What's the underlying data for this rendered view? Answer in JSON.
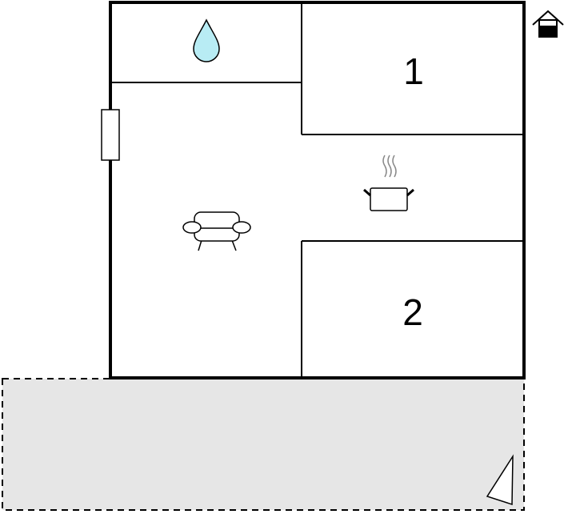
{
  "floor_plan": {
    "rooms": [
      {
        "label": "1",
        "type": "bedroom"
      },
      {
        "label": "2",
        "type": "bedroom"
      }
    ],
    "icons": {
      "bathroom": "water-drop-icon",
      "kitchen": "cooking-pot-icon",
      "living_room": "sofa-icon",
      "entrance": "house-entrance-icon",
      "window": "window-icon",
      "terrace": "terrace-corner-icon"
    },
    "colors": {
      "walls": "#000000",
      "water": "#b8ecf4",
      "terrace_fill": "#e6e6e6",
      "steam": "#888888",
      "background": "#ffffff"
    }
  }
}
